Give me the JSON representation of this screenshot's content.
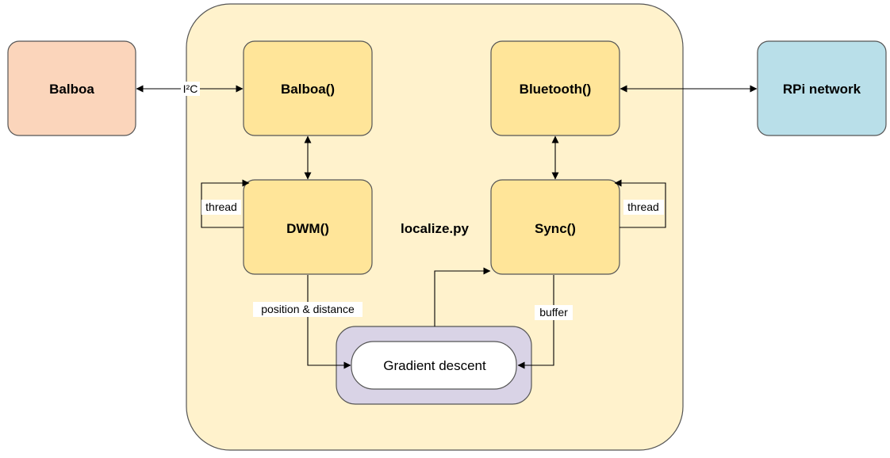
{
  "colors": {
    "container_fill": "#fff2cc",
    "module_fill": "#ffe599",
    "external_left_fill": "#fbd5bb",
    "external_right_fill": "#b9dfe9",
    "gradient_outer_fill": "#d9d3e6",
    "gradient_inner_fill": "#ffffff",
    "stroke": "#555555"
  },
  "nodes": {
    "container": {
      "label": "localize.py"
    },
    "balboa_external": {
      "label": "Balboa"
    },
    "rpi_network": {
      "label": "RPi network"
    },
    "balboa_module": {
      "label": "Balboa()"
    },
    "bluetooth_module": {
      "label": "Bluetooth()"
    },
    "dwm_module": {
      "label": "DWM()"
    },
    "sync_module": {
      "label": "Sync()"
    },
    "gradient_descent": {
      "label": "Gradient descent"
    }
  },
  "edges": {
    "balboa_link": {
      "label": "I²C"
    },
    "dwm_thread": {
      "label": "thread"
    },
    "sync_thread": {
      "label": "thread"
    },
    "dwm_to_gradient": {
      "label": "position & distance"
    },
    "sync_to_gradient": {
      "label": "buffer"
    }
  }
}
